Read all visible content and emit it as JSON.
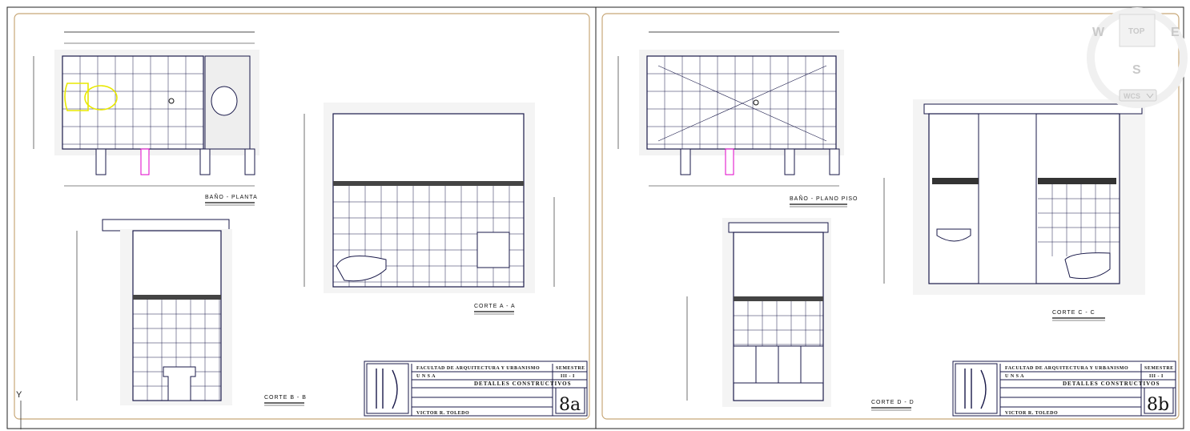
{
  "sheet_a": {
    "labels": {
      "plan": "BAÑO - PLANTA",
      "sec_aa": "CORTE A - A",
      "sec_bb": "CORTE B - B"
    },
    "title_block": {
      "school": "FACULTAD DE ARQUITECTURA Y URBANISMO",
      "uni": "U N S A",
      "title": "DETALLES CONSTRUCTIVOS",
      "semester_label": "SEMESTRE",
      "semester": "III - I",
      "author": "VICTOR R. TOLEDO",
      "sheet": "8a"
    }
  },
  "sheet_b": {
    "labels": {
      "plan": "BAÑO - PLANO PISO",
      "sec_cc": "CORTE C - C",
      "sec_dd": "CORTE D - D"
    },
    "title_block": {
      "school": "FACULTAD DE ARQUITECTURA Y URBANISMO",
      "uni": "U N S A",
      "title": "DETALLES CONSTRUCTIVOS",
      "semester_label": "SEMESTRE",
      "semester": "III - I",
      "author": "VICTOR R. TOLEDO",
      "sheet": "8b"
    }
  },
  "viewcube": {
    "west": "W",
    "top": "TOP",
    "east": "E",
    "south": "S",
    "wcs": "WCS"
  },
  "ucs": {
    "y_axis": "Y"
  },
  "colors": {
    "line": "#1a1a4a",
    "magenta": "#e000c8",
    "fixture": "#e8e800",
    "frame": "#c8a878",
    "hatch": "#666666"
  }
}
